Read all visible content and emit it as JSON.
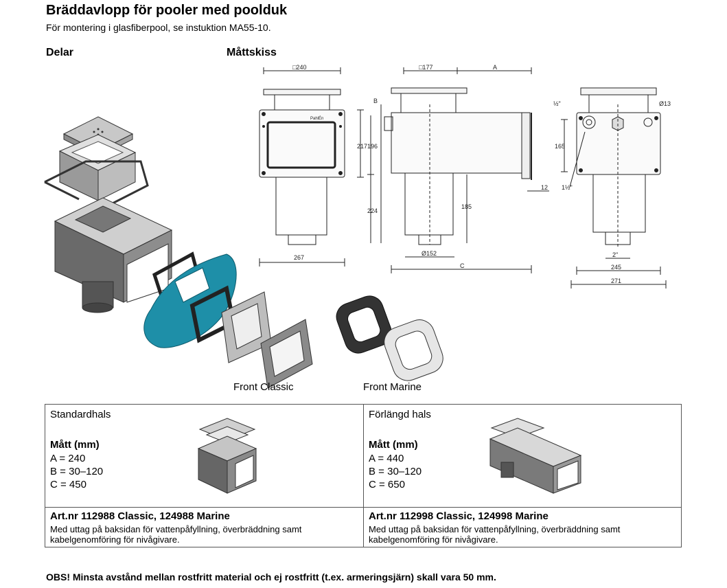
{
  "header": {
    "title": "Bräddavlopp för pooler med poolduk",
    "subtitle": "För montering i glasfiberpool, se instuktion MA55-10."
  },
  "sections": {
    "parts": "Delar",
    "dimensions": "Måttskiss"
  },
  "captions": {
    "front_classic": "Front Classic",
    "front_marine": "Front Marine"
  },
  "drawing_labels": {
    "front_width": "□240",
    "neck": "□177",
    "a": "A",
    "b": "B",
    "h217": "217",
    "h196": "196",
    "h224": "224",
    "h185": "185",
    "w267": "267",
    "d152": "Ø152",
    "c": "C",
    "t12": "12",
    "half": "½\"",
    "one_half": "1½\"",
    "d13": "Ø13",
    "h165": "165",
    "two": "2\"",
    "w245": "245",
    "w271": "271",
    "logo": "PahlÉn"
  },
  "table": {
    "left": {
      "title": "Standardhals",
      "dims_heading": "Mått (mm)",
      "dims": [
        "A = 240",
        "B = 30–120",
        "C = 450"
      ],
      "art": "Art.nr 112988 Classic, 124988 Marine",
      "desc": "Med uttag på baksidan för vattenpåfyllning, överbräddning samt kabelgenomföring för nivågivare."
    },
    "right": {
      "title": "Förlängd hals",
      "dims_heading": "Mått (mm)",
      "dims": [
        "A = 440",
        "B = 30–120",
        "C = 650"
      ],
      "art": "Art.nr 112998 Classic, 124998 Marine",
      "desc": "Med uttag på baksidan för vattenpåfyllning, överbräddning samt kabelgenomföring för nivågivare."
    }
  },
  "note": "OBS! Minsta avstånd mellan rostfritt material och ej rostfritt (t.ex. armeringsjärn) skall vara 50 mm.",
  "colors": {
    "liner": "#1e8fa8",
    "steel_dark": "#5a5a5a",
    "steel_mid": "#9a9a9a",
    "steel_light": "#d6d6d6",
    "gasket": "#2a2a2a"
  }
}
